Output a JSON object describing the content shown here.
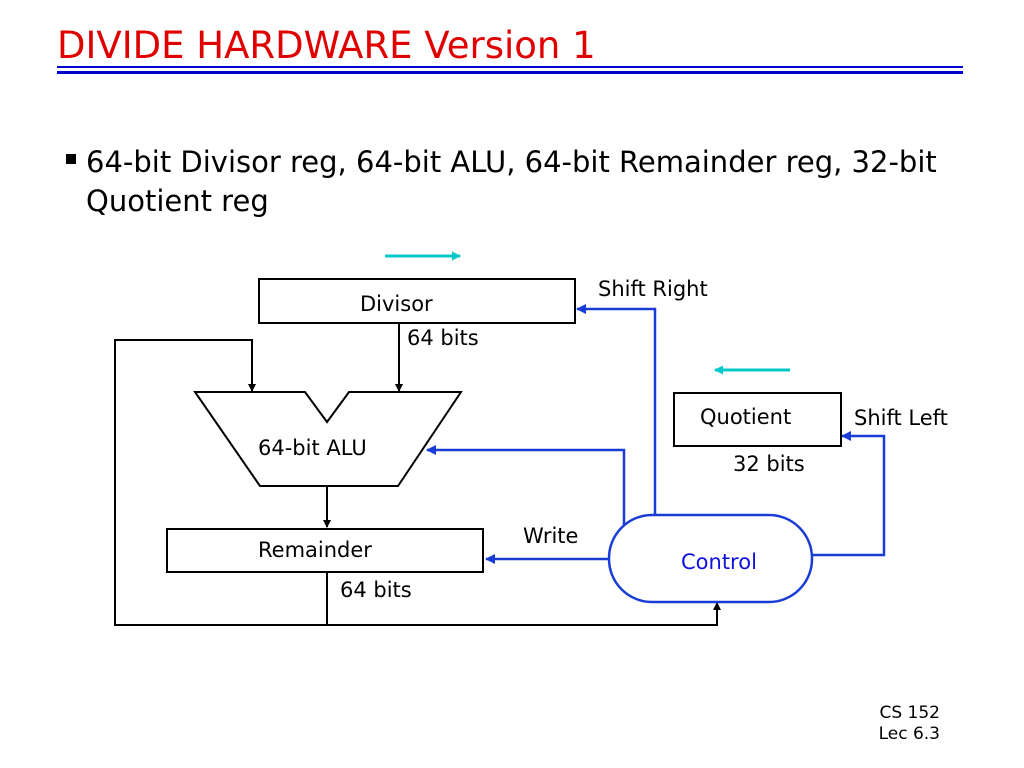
{
  "slide": {
    "title": "DIVIDE HARDWARE Version 1",
    "bullet": "64-bit Divisor reg, 64-bit ALU, 64-bit Remainder reg, 32-bit Quotient reg"
  },
  "diagram": {
    "divisor": {
      "label": "Divisor",
      "bits": "64 bits",
      "shift": "Shift Right"
    },
    "alu": {
      "label": "64-bit ALU"
    },
    "quotient": {
      "label": "Quotient",
      "bits": "32 bits",
      "shift": "Shift Left"
    },
    "remainder": {
      "label": "Remainder",
      "bits": "64 bits"
    },
    "control": {
      "label": "Control",
      "write": "Write"
    },
    "colors": {
      "title": "#e00000",
      "rule": "#0000cc",
      "control_lines": "#1a3cd6",
      "direction_arrows": "#00c8c8",
      "data_lines": "#000000"
    }
  },
  "footer": {
    "course": "CS 152",
    "lecture": "Lec 6.3"
  }
}
